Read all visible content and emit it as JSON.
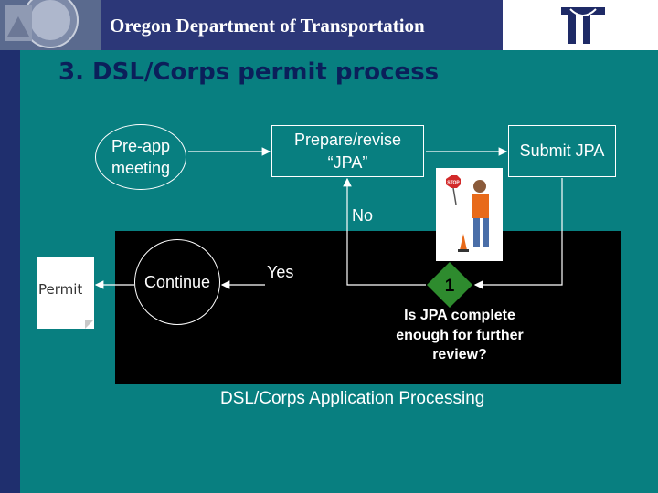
{
  "header": {
    "org_title": "Oregon Department of Transportation"
  },
  "slide": {
    "title": "3. DSL/Corps permit process"
  },
  "diagram": {
    "preapp": "Pre-app meeting",
    "prepare": "Prepare/revise “JPA”",
    "submit": "Submit JPA",
    "no_label": "No",
    "yes_label": "Yes",
    "decision_number": "1",
    "question": "Is JPA complete enough for further review?",
    "continue": "Continue",
    "permit": "Permit",
    "processing": "DSL/Corps Application Processing",
    "stop_sign_text": "STOP"
  },
  "colors": {
    "background": "#087f80",
    "header_blue": "#2c3778",
    "decision_green": "#2e8b2e"
  }
}
